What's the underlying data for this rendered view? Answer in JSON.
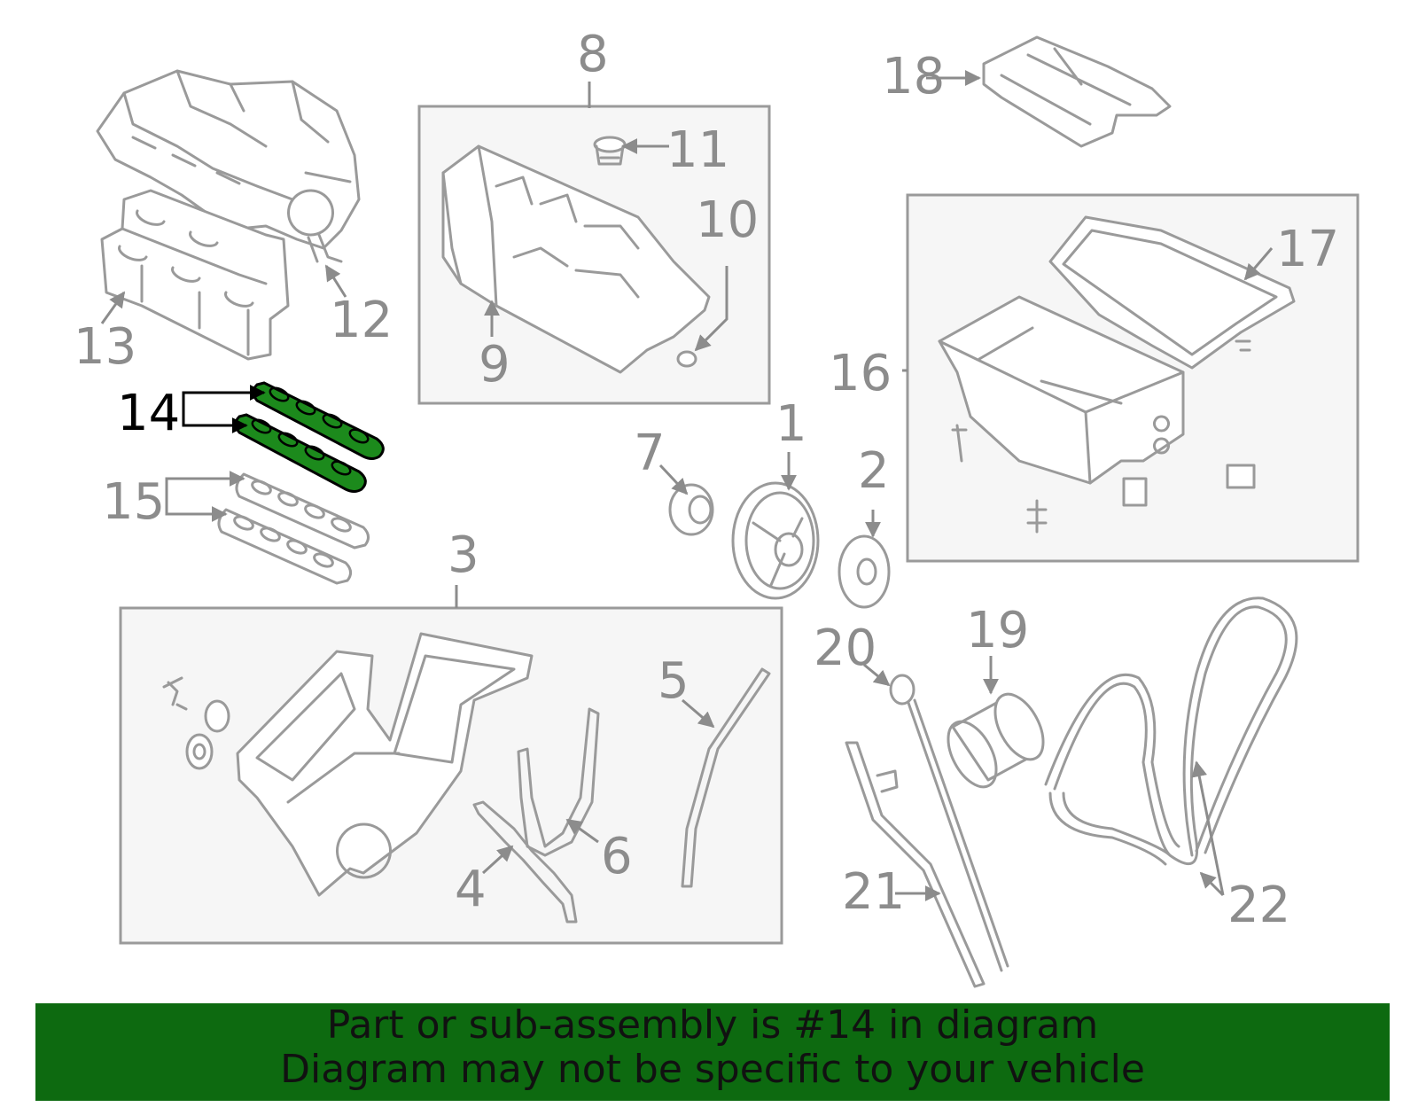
{
  "callouts": [
    "1",
    "2",
    "3",
    "4",
    "5",
    "6",
    "7",
    "8",
    "9",
    "10",
    "11",
    "12",
    "13",
    "14",
    "15",
    "16",
    "17",
    "18",
    "19",
    "20",
    "21",
    "22"
  ],
  "highlighted_callout": "14",
  "colors": {
    "banner_bg": "#0d6a10",
    "highlight_part": "#1c8a1c",
    "part_stroke": "#9a9a9a",
    "label_gray": "#8c8c8c"
  },
  "banner": {
    "line1": "Part or sub-assembly is #14 in diagram",
    "line2": "Diagram may not be specific to your vehicle"
  }
}
